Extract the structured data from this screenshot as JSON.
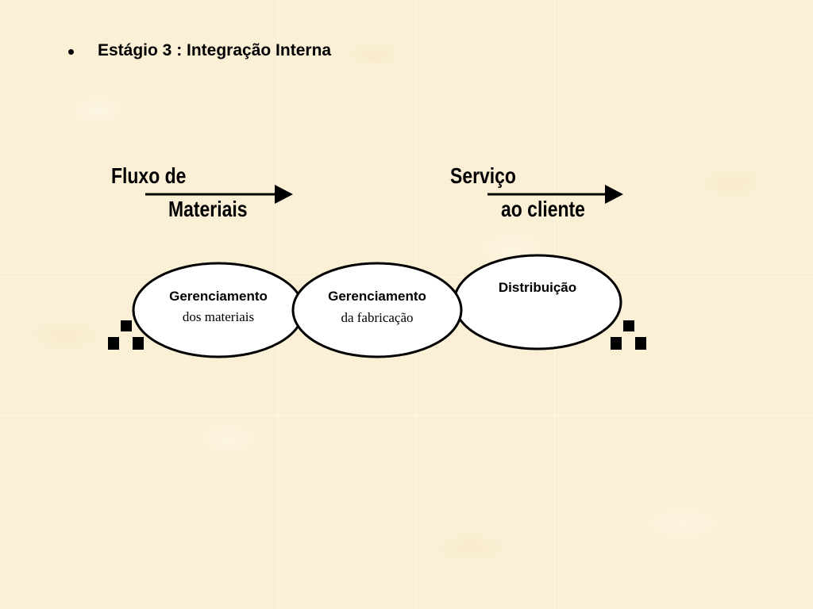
{
  "slide": {
    "bullet_text": "Estágio 3 : Integração Interna"
  },
  "flow_labels": {
    "left_line1": "Fluxo de",
    "left_line2": "Materiais",
    "right_line1": "Serviço",
    "right_line2": "ao cliente"
  },
  "nodes": [
    {
      "line1": "Gerenciamento",
      "line2": "dos materiais"
    },
    {
      "line1": "Gerenciamento",
      "line2": "da fabricação"
    },
    {
      "line1": "Distribuição",
      "line2": ""
    }
  ],
  "colors": {
    "background": "#fbf0d6",
    "ink": "#000000",
    "node_fill": "#ffffff"
  }
}
